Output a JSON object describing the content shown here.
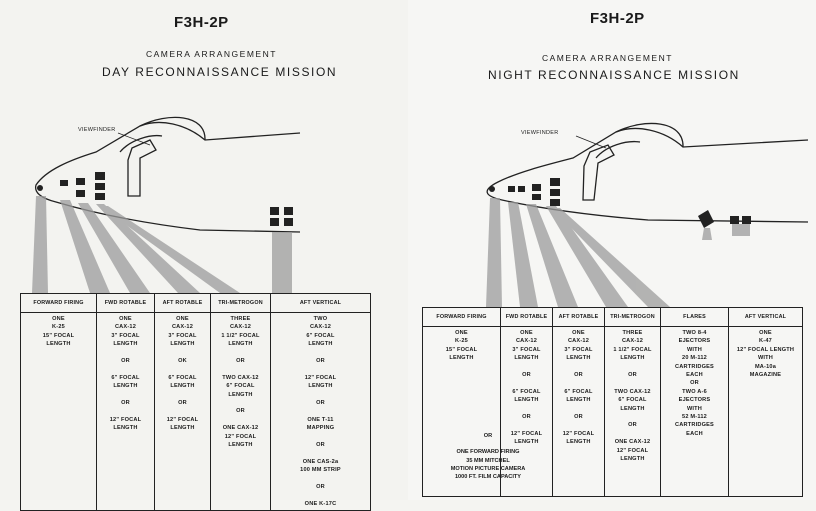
{
  "left": {
    "model": "F3H-2P",
    "subtitle": "CAMERA ARRANGEMENT",
    "mission": "DAY RECONNAISSANCE MISSION",
    "viewfinder": "VIEWFINDER",
    "headers": [
      "FORWARD FIRING",
      "FWD ROTABLE",
      "AFT ROTABLE",
      "TRI-METROGON",
      "AFT VERTICAL"
    ],
    "cells": [
      "ONE\nK-25\n15\" FOCAL\nLENGTH",
      "ONE\nCAX-12\n3\" FOCAL\nLENGTH\n\nOR\n\n6\" FOCAL\nLENGTH\n\nOR\n\n12\" FOCAL\nLENGTH",
      "ONE\nCAX-12\n3\" FOCAL\nLENGTH\n\nOK\n\n6\" FOCAL\nLENGTH\n\nOR\n\n12\" FOCAL\nLENGTH",
      "THREE\nCAX-12\n1 1/2\" FOCAL\nLENGTH\n\nOR\n\nTWO CAX-12\n6\" FOCAL\nLENGTH\n\nOR\n\nONE CAX-12\n12\" FOCAL\nLENGTH",
      "TWO\nCAX-12\n6\" FOCAL\nLENGTH\n\nOR\n\n12\" FOCAL\nLENGTH\n\nOR\n\nONE T-11\nMAPPING\n\nOR\n\nONE CAS-2a\n100 MM STRIP\n\nOR\n\nONE K-17C"
    ]
  },
  "right": {
    "model": "F3H-2P",
    "subtitle": "CAMERA ARRANGEMENT",
    "mission": "NIGHT RECONNAISSANCE MISSION",
    "viewfinder": "VIEWFINDER",
    "headers": [
      "FORWARD FIRING",
      "FWD ROTABLE",
      "AFT ROTABLE",
      "TRI-METROGON",
      "FLARES",
      "AFT VERTICAL"
    ],
    "cells": [
      "ONE\nK-25\n15\" FOCAL\nLENGTH",
      "ONE\nCAX-12\n3\" FOCAL\nLENGTH\n\nOR\n\n6\" FOCAL\nLENGTH\n\nOR\n\n12\" FOCAL\nLENGTH",
      "ONE\nCAX-12\n3\" FOCAL\nLENGTH\n\nOR\n\n6\" FOCAL\nLENGTH\n\nOR\n\n12\" FOCAL\nLENGTH",
      "THREE\nCAX-12\n1 1/2\" FOCAL\nLENGTH\n\nOR\n\nTWO CAX-12\n6\" FOCAL\nLENGTH\n\nOR\n\nONE CAX-12\n12\" FOCAL\nLENGTH",
      "TWO 8-4\nEJECTORS\nWITH\n20 M-112\nCARTRIDGES\nEACH\nOR\nTWO A-6\nEJECTORS\nWITH\n52 M-112\nCARTRIDGES\nEACH",
      "ONE\nK-47\n12\" FOCAL LENGTH\nWITH\nMA-10a\nMAGAZINE"
    ],
    "below": "OR\n\nONE FORWARD FIRING\n35 MM MITCHEL\nMOTION PICTURE CAMERA\n1000 FT. FILM CAPACITY"
  }
}
